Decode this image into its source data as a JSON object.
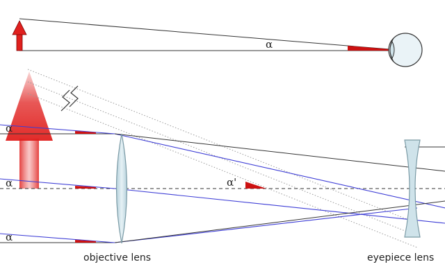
{
  "labels": {
    "alpha_top": "α",
    "alpha_ray1": "α",
    "alpha_ray2": "α",
    "alpha_ray3": "α",
    "alpha_prime": "α'",
    "objective_lens": "objective lens",
    "eyepiece_lens": "eyepiece lens"
  },
  "colors": {
    "object_arrow": "#e0201e",
    "angle_wedge": "#cc1111",
    "blue_rays": "#3d3dd6",
    "black_rays": "#333333",
    "dotted_lines": "#999999",
    "lens_fill": "#cfe3ea",
    "lens_stroke": "#7a9aa5",
    "eye_fill": "#eaf3f7"
  },
  "icons": {
    "eye": "eye-icon",
    "distance_break": "break-symbol-icon"
  }
}
